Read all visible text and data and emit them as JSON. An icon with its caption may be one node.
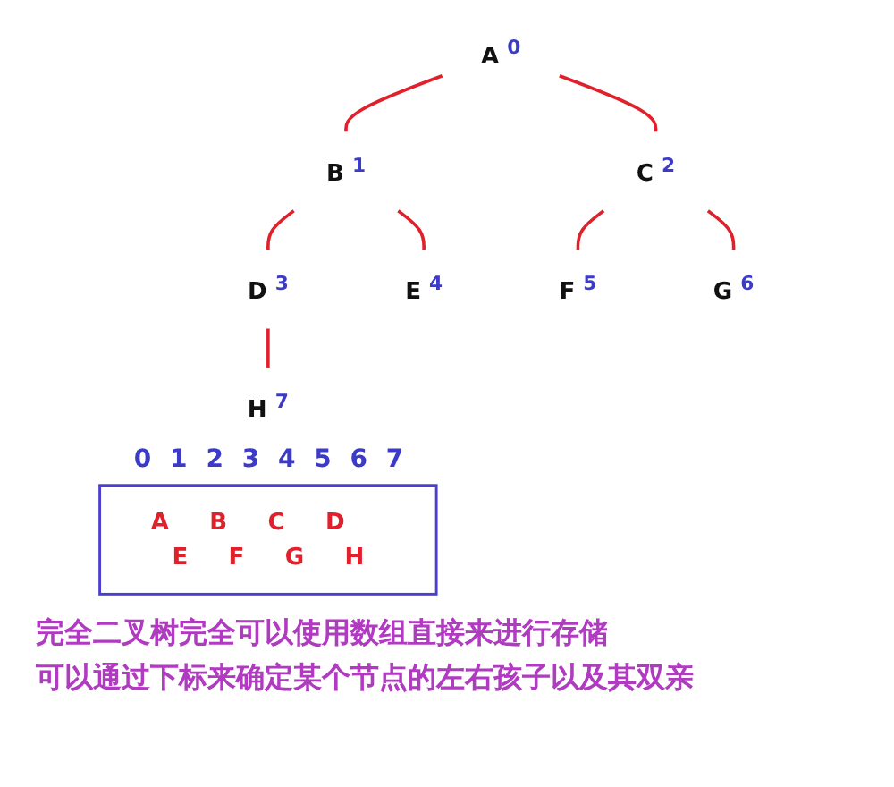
{
  "diagram": {
    "nodes": [
      {
        "text": [
          "A"
        ],
        "beside": [
          "0"
        ]
      },
      {
        "text": [
          "B"
        ],
        "beside": [
          "1"
        ]
      },
      {
        "text": [
          "C"
        ],
        "beside": [
          "2"
        ]
      },
      {
        "text": [
          "D"
        ],
        "beside": [
          "3"
        ]
      },
      {
        "text": [
          "E"
        ],
        "beside": [
          "4"
        ]
      },
      {
        "text": [
          "F"
        ],
        "beside": [
          "5"
        ]
      },
      {
        "text": [
          "G"
        ],
        "beside": [
          "6"
        ]
      },
      {
        "text": [
          "H"
        ],
        "beside": [
          "7"
        ]
      },
      {
        "text": [
          "A",
          "B",
          "C",
          "D",
          "E",
          "F",
          "G",
          "H"
        ]
      }
    ],
    "edges": [
      {
        "from": 0,
        "to": 1,
        "arrow": "none"
      },
      {
        "from": 0,
        "to": 2,
        "arrow": "none"
      },
      {
        "from": 1,
        "to": 3,
        "arrow": "none"
      },
      {
        "from": 1,
        "to": 4,
        "arrow": "none"
      },
      {
        "from": 2,
        "to": 5,
        "arrow": "none"
      },
      {
        "from": 2,
        "to": 6,
        "arrow": "none"
      },
      {
        "from": 3,
        "to": 7,
        "arrow": "none"
      }
    ],
    "labels": [
      "0",
      "1",
      "2",
      "3",
      "4",
      "5",
      "6",
      "7",
      "完全二叉树完全可以使用数组直接来进行存储",
      "可以通过下标来确定某个节点的左右孩子以及其双亲"
    ]
  }
}
